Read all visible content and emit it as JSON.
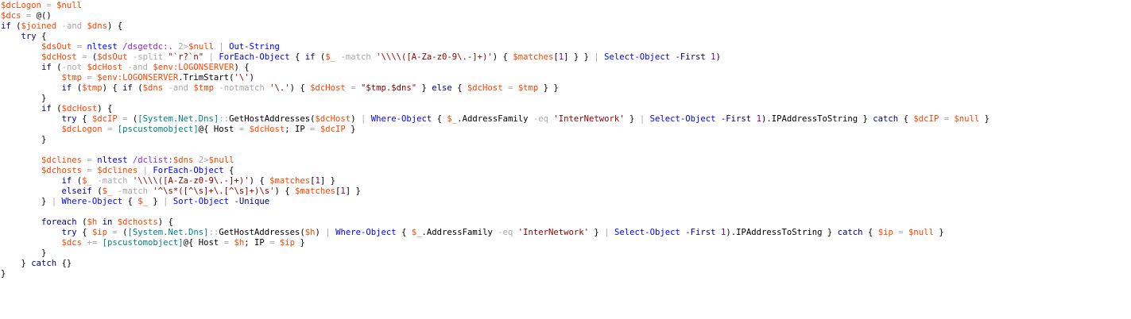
{
  "colors": {
    "background": "#ffffff",
    "variable": "#ff4500",
    "keyword": "#00008b",
    "command": "#0000ff",
    "string": "#8b0000",
    "operator": "#a9a9a9",
    "type": "#008080",
    "argument": "#8a2be2",
    "parameter": "#000080",
    "number": "#800080"
  },
  "editor": {
    "lines": [
      [
        [
          "v",
          "$dcLogon"
        ],
        [
          "p",
          " = "
        ],
        [
          "v",
          "$null"
        ]
      ],
      [
        [
          "v",
          "$dcs"
        ],
        [
          "p",
          " = "
        ],
        [
          "o",
          "@()"
        ]
      ],
      [
        [
          "k",
          "if"
        ],
        [
          "o",
          " ("
        ],
        [
          "v",
          "$joined"
        ],
        [
          "p",
          " -and "
        ],
        [
          "v",
          "$dns"
        ],
        [
          "o",
          ") {"
        ]
      ],
      [
        [
          "o",
          "    "
        ],
        [
          "k",
          "try"
        ],
        [
          "o",
          " {"
        ]
      ],
      [
        [
          "o",
          "        "
        ],
        [
          "v",
          "$dsOut"
        ],
        [
          "p",
          " = "
        ],
        [
          "c",
          "nltest"
        ],
        [
          "o",
          " "
        ],
        [
          "a",
          "/dsgetdc:."
        ],
        [
          "o",
          " "
        ],
        [
          "p",
          "2>"
        ],
        [
          "v",
          "$null"
        ],
        [
          "p",
          " | "
        ],
        [
          "c",
          "Out-String"
        ]
      ],
      [
        [
          "o",
          "        "
        ],
        [
          "v",
          "$dcHost"
        ],
        [
          "p",
          " = "
        ],
        [
          "o",
          "("
        ],
        [
          "v",
          "$dsOut"
        ],
        [
          "p",
          " -split "
        ],
        [
          "s",
          "\"`r?`n\""
        ],
        [
          "p",
          " | "
        ],
        [
          "c",
          "ForEach-Object"
        ],
        [
          "o",
          " { "
        ],
        [
          "k",
          "if"
        ],
        [
          "o",
          " ("
        ],
        [
          "v",
          "$_"
        ],
        [
          "p",
          " -match "
        ],
        [
          "s",
          "'\\\\\\\\([A-Za-z0-9\\.-]+)'"
        ],
        [
          "o",
          ") { "
        ],
        [
          "v",
          "$matches"
        ],
        [
          "o",
          "["
        ],
        [
          "n",
          "1"
        ],
        [
          "o",
          "] } }"
        ],
        [
          "p",
          " | "
        ],
        [
          "c",
          "Select-Object"
        ],
        [
          "o",
          " "
        ],
        [
          "pr",
          "-First"
        ],
        [
          "o",
          " "
        ],
        [
          "n",
          "1"
        ],
        [
          "o",
          ")"
        ]
      ],
      [
        [
          "o",
          "        "
        ],
        [
          "k",
          "if"
        ],
        [
          "o",
          " ("
        ],
        [
          "p",
          "-not "
        ],
        [
          "v",
          "$dcHost"
        ],
        [
          "p",
          " -and "
        ],
        [
          "v",
          "$env:LOGONSERVER"
        ],
        [
          "o",
          ") {"
        ]
      ],
      [
        [
          "o",
          "            "
        ],
        [
          "v",
          "$tmp"
        ],
        [
          "p",
          " = "
        ],
        [
          "v",
          "$env:LOGONSERVER"
        ],
        [
          "o",
          "."
        ],
        [
          "m",
          "TrimStart"
        ],
        [
          "o",
          "("
        ],
        [
          "s",
          "'\\'"
        ],
        [
          "o",
          ")"
        ]
      ],
      [
        [
          "o",
          "            "
        ],
        [
          "k",
          "if"
        ],
        [
          "o",
          " ("
        ],
        [
          "v",
          "$tmp"
        ],
        [
          "o",
          ") { "
        ],
        [
          "k",
          "if"
        ],
        [
          "o",
          " ("
        ],
        [
          "v",
          "$dns"
        ],
        [
          "p",
          " -and "
        ],
        [
          "v",
          "$tmp"
        ],
        [
          "p",
          " -notmatch "
        ],
        [
          "s",
          "'\\.'"
        ],
        [
          "o",
          ") { "
        ],
        [
          "v",
          "$dcHost"
        ],
        [
          "p",
          " = "
        ],
        [
          "s",
          "\"$tmp.$dns\""
        ],
        [
          "o",
          " } "
        ],
        [
          "k",
          "else"
        ],
        [
          "o",
          " { "
        ],
        [
          "v",
          "$dcHost"
        ],
        [
          "p",
          " = "
        ],
        [
          "v",
          "$tmp"
        ],
        [
          "o",
          " } }"
        ]
      ],
      [
        [
          "o",
          "        }"
        ]
      ],
      [
        [
          "o",
          "        "
        ],
        [
          "k",
          "if"
        ],
        [
          "o",
          " ("
        ],
        [
          "v",
          "$dcHost"
        ],
        [
          "o",
          ") {"
        ]
      ],
      [
        [
          "o",
          "            "
        ],
        [
          "k",
          "try"
        ],
        [
          "o",
          " { "
        ],
        [
          "v",
          "$dcIP"
        ],
        [
          "p",
          " = "
        ],
        [
          "o",
          "("
        ],
        [
          "t",
          "[System.Net.Dns]"
        ],
        [
          "p",
          "::"
        ],
        [
          "m",
          "GetHostAddresses"
        ],
        [
          "o",
          "("
        ],
        [
          "v",
          "$dcHost"
        ],
        [
          "o",
          ")"
        ],
        [
          "p",
          " | "
        ],
        [
          "c",
          "Where-Object"
        ],
        [
          "o",
          " { "
        ],
        [
          "v",
          "$_"
        ],
        [
          "o",
          "."
        ],
        [
          "m",
          "AddressFamily"
        ],
        [
          "p",
          " -eq "
        ],
        [
          "s",
          "'InterNetwork'"
        ],
        [
          "o",
          " }"
        ],
        [
          "p",
          " | "
        ],
        [
          "c",
          "Select-Object"
        ],
        [
          "o",
          " "
        ],
        [
          "pr",
          "-First"
        ],
        [
          "o",
          " "
        ],
        [
          "n",
          "1"
        ],
        [
          "o",
          ")."
        ],
        [
          "m",
          "IPAddressToString"
        ],
        [
          "o",
          " } "
        ],
        [
          "k",
          "catch"
        ],
        [
          "o",
          " { "
        ],
        [
          "v",
          "$dcIP"
        ],
        [
          "p",
          " = "
        ],
        [
          "v",
          "$null"
        ],
        [
          "o",
          " }"
        ]
      ],
      [
        [
          "o",
          "            "
        ],
        [
          "v",
          "$dcLogon"
        ],
        [
          "p",
          " = "
        ],
        [
          "t",
          "[pscustomobject]"
        ],
        [
          "o",
          "@{ "
        ],
        [
          "m",
          "Host"
        ],
        [
          "p",
          " = "
        ],
        [
          "v",
          "$dcHost"
        ],
        [
          "o",
          "; "
        ],
        [
          "m",
          "IP"
        ],
        [
          "p",
          " = "
        ],
        [
          "v",
          "$dcIP"
        ],
        [
          "o",
          " }"
        ]
      ],
      [
        [
          "o",
          "        }"
        ]
      ],
      [
        [
          "o",
          ""
        ]
      ],
      [
        [
          "o",
          "        "
        ],
        [
          "v",
          "$dclines"
        ],
        [
          "p",
          " = "
        ],
        [
          "c",
          "nltest"
        ],
        [
          "o",
          " "
        ],
        [
          "a",
          "/dclist:"
        ],
        [
          "v",
          "$dns"
        ],
        [
          "o",
          " "
        ],
        [
          "p",
          "2>"
        ],
        [
          "v",
          "$null"
        ]
      ],
      [
        [
          "o",
          "        "
        ],
        [
          "v",
          "$dchosts"
        ],
        [
          "p",
          " = "
        ],
        [
          "v",
          "$dclines"
        ],
        [
          "p",
          " | "
        ],
        [
          "c",
          "ForEach-Object"
        ],
        [
          "o",
          " {"
        ]
      ],
      [
        [
          "o",
          "            "
        ],
        [
          "k",
          "if"
        ],
        [
          "o",
          " ("
        ],
        [
          "v",
          "$_"
        ],
        [
          "p",
          " -match "
        ],
        [
          "s",
          "'\\\\\\\\([A-Za-z0-9\\.-]+)'"
        ],
        [
          "o",
          ") { "
        ],
        [
          "v",
          "$matches"
        ],
        [
          "o",
          "["
        ],
        [
          "n",
          "1"
        ],
        [
          "o",
          "] }"
        ]
      ],
      [
        [
          "o",
          "            "
        ],
        [
          "k",
          "elseif"
        ],
        [
          "o",
          " ("
        ],
        [
          "v",
          "$_"
        ],
        [
          "p",
          " -match "
        ],
        [
          "s",
          "'^\\s*([^\\s]+\\.[^\\s]+)\\s'"
        ],
        [
          "o",
          ") { "
        ],
        [
          "v",
          "$matches"
        ],
        [
          "o",
          "["
        ],
        [
          "n",
          "1"
        ],
        [
          "o",
          "] }"
        ]
      ],
      [
        [
          "o",
          "        }"
        ],
        [
          "p",
          " | "
        ],
        [
          "c",
          "Where-Object"
        ],
        [
          "o",
          " { "
        ],
        [
          "v",
          "$_"
        ],
        [
          "o",
          " }"
        ],
        [
          "p",
          " | "
        ],
        [
          "c",
          "Sort-Object"
        ],
        [
          "o",
          " "
        ],
        [
          "pr",
          "-Unique"
        ]
      ],
      [
        [
          "o",
          ""
        ]
      ],
      [
        [
          "o",
          "        "
        ],
        [
          "k",
          "foreach"
        ],
        [
          "o",
          " ("
        ],
        [
          "v",
          "$h"
        ],
        [
          "k",
          " in "
        ],
        [
          "v",
          "$dchosts"
        ],
        [
          "o",
          ") {"
        ]
      ],
      [
        [
          "o",
          "            "
        ],
        [
          "k",
          "try"
        ],
        [
          "o",
          " { "
        ],
        [
          "v",
          "$ip"
        ],
        [
          "p",
          " = "
        ],
        [
          "o",
          "("
        ],
        [
          "t",
          "[System.Net.Dns]"
        ],
        [
          "p",
          "::"
        ],
        [
          "m",
          "GetHostAddresses"
        ],
        [
          "o",
          "("
        ],
        [
          "v",
          "$h"
        ],
        [
          "o",
          ")"
        ],
        [
          "p",
          " | "
        ],
        [
          "c",
          "Where-Object"
        ],
        [
          "o",
          " { "
        ],
        [
          "v",
          "$_"
        ],
        [
          "o",
          "."
        ],
        [
          "m",
          "AddressFamily"
        ],
        [
          "p",
          " -eq "
        ],
        [
          "s",
          "'InterNetwork'"
        ],
        [
          "o",
          " }"
        ],
        [
          "p",
          " | "
        ],
        [
          "c",
          "Select-Object"
        ],
        [
          "o",
          " "
        ],
        [
          "pr",
          "-First"
        ],
        [
          "o",
          " "
        ],
        [
          "n",
          "1"
        ],
        [
          "o",
          ")."
        ],
        [
          "m",
          "IPAddressToString"
        ],
        [
          "o",
          " } "
        ],
        [
          "k",
          "catch"
        ],
        [
          "o",
          " { "
        ],
        [
          "v",
          "$ip"
        ],
        [
          "p",
          " = "
        ],
        [
          "v",
          "$null"
        ],
        [
          "o",
          " }"
        ]
      ],
      [
        [
          "o",
          "            "
        ],
        [
          "v",
          "$dcs"
        ],
        [
          "p",
          " += "
        ],
        [
          "t",
          "[pscustomobject]"
        ],
        [
          "o",
          "@{ "
        ],
        [
          "m",
          "Host"
        ],
        [
          "p",
          " = "
        ],
        [
          "v",
          "$h"
        ],
        [
          "o",
          "; "
        ],
        [
          "m",
          "IP"
        ],
        [
          "p",
          " = "
        ],
        [
          "v",
          "$ip"
        ],
        [
          "o",
          " }"
        ]
      ],
      [
        [
          "o",
          "        }"
        ]
      ],
      [
        [
          "o",
          "    } "
        ],
        [
          "k",
          "catch"
        ],
        [
          "o",
          " {}"
        ]
      ],
      [
        [
          "o",
          "}"
        ]
      ]
    ]
  }
}
